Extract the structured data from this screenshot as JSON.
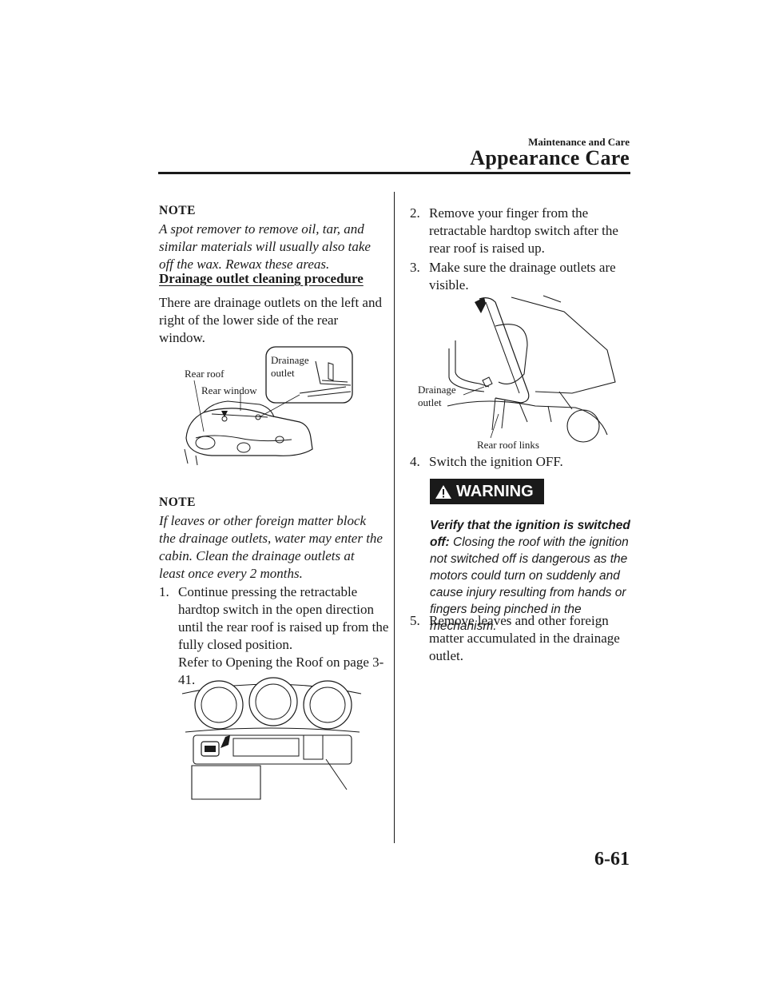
{
  "header": {
    "section": "Maintenance and Care",
    "title": "Appearance Care"
  },
  "left": {
    "note1": {
      "heading": "NOTE",
      "body": "A spot remover to remove oil, tar, and similar materials will usually also take off the wax. Rewax these areas."
    },
    "subheading": "Drainage outlet cleaning procedure",
    "intro": "There are drainage outlets on the left and right of the lower side of the rear window.",
    "figure1": {
      "label_rear_roof": "Rear roof",
      "label_rear_window": "Rear window",
      "label_drainage_1": "Drainage",
      "label_drainage_2": "outlet"
    },
    "note2": {
      "heading": "NOTE",
      "body": "If leaves or other foreign matter block the drainage outlets, water may enter the cabin. Clean the drainage outlets at least once every 2 months."
    },
    "step1": {
      "num": "1.",
      "text": "Continue pressing the retractable hardtop switch in the open direction until the rear roof is raised up from the fully closed position.",
      "ref": "Refer to Opening the Roof on page 3-41."
    }
  },
  "right": {
    "step2": {
      "num": "2.",
      "text": "Remove your finger from the retractable hardtop switch after the rear roof is raised up."
    },
    "step3": {
      "num": "3.",
      "text": "Make sure the drainage outlets are visible."
    },
    "figure3": {
      "label_drainage_1": "Drainage",
      "label_drainage_2": "outlet",
      "label_links": "Rear roof links"
    },
    "step4": {
      "num": "4.",
      "text": "Switch the ignition OFF."
    },
    "warning": {
      "label": "WARNING",
      "lead": "Verify that the ignition is switched off:",
      "body": "Closing the roof with the ignition not switched off is dangerous as the motors could turn on suddenly and cause injury resulting from hands or fingers being pinched in the mechanism."
    },
    "step5": {
      "num": "5.",
      "text": "Remove leaves and other foreign matter accumulated in the drainage outlet."
    }
  },
  "footer": {
    "page_number": "6-61"
  }
}
